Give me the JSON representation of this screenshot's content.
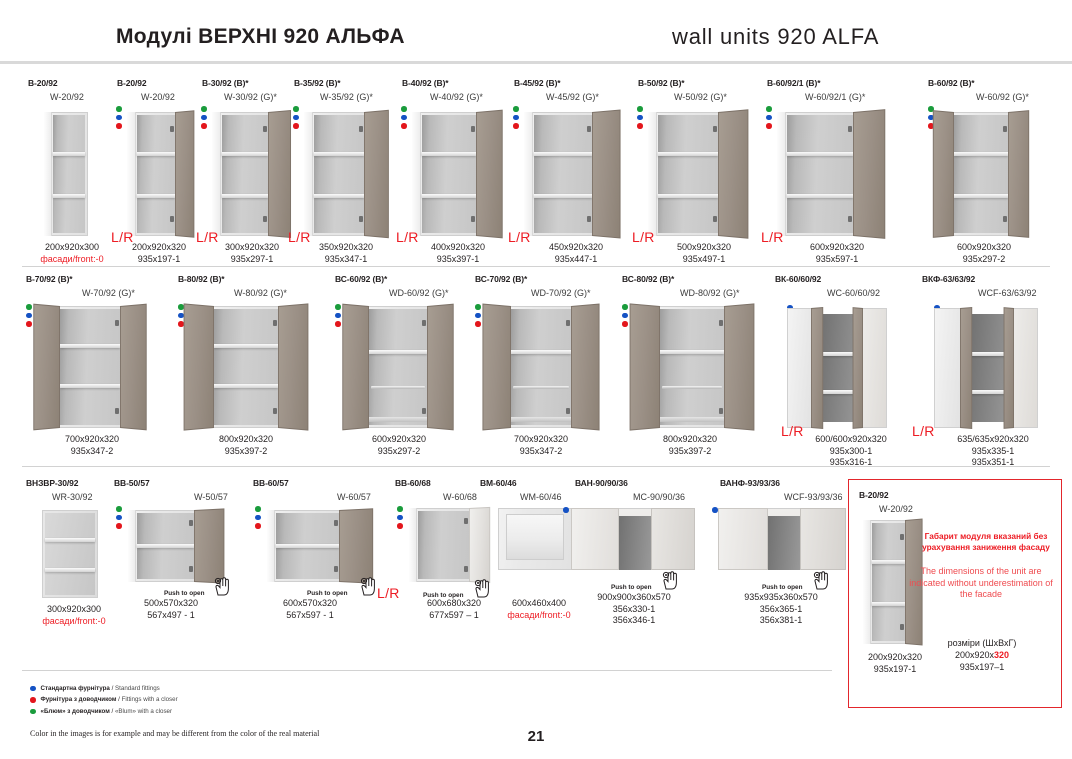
{
  "header": {
    "title_ua": "Модулі ВЕРХНІ 920 АЛЬФА",
    "title_en": "wall units 920 ALFA"
  },
  "rows": [
    {
      "items": [
        {
          "code_ua": "В-20/92",
          "code_en": "W-20/92",
          "dims": "200x920x300",
          "extra": "фасади/front:-0",
          "extra_red": true,
          "lr": "",
          "dots": [],
          "push": ""
        },
        {
          "code_ua": "В-20/92",
          "code_en": "W-20/92",
          "dims": "200x920x320",
          "extra": "935x197-1",
          "extra_red": false,
          "lr": "L/R",
          "dots": [
            "green",
            "blue",
            "red"
          ],
          "push": ""
        },
        {
          "code_ua": "В-30/92 (В)*",
          "code_en": "W-30/92 (G)*",
          "dims": "300x920x320",
          "extra": "935x297-1",
          "extra_red": false,
          "lr": "L/R",
          "dots": [
            "green",
            "blue",
            "red"
          ],
          "push": ""
        },
        {
          "code_ua": "В-35/92 (В)*",
          "code_en": "W-35/92 (G)*",
          "dims": "350x920x320",
          "extra": "935x347-1",
          "extra_red": false,
          "lr": "L/R",
          "dots": [
            "green",
            "blue",
            "red"
          ],
          "push": ""
        },
        {
          "code_ua": "В-40/92 (В)*",
          "code_en": "W-40/92 (G)*",
          "dims": "400x920x320",
          "extra": "935x397-1",
          "extra_red": false,
          "lr": "L/R",
          "dots": [
            "green",
            "blue",
            "red"
          ],
          "push": ""
        },
        {
          "code_ua": "В-45/92 (В)*",
          "code_en": "W-45/92 (G)*",
          "dims": "450x920x320",
          "extra": "935x447-1",
          "extra_red": false,
          "lr": "L/R",
          "dots": [
            "green",
            "blue",
            "red"
          ],
          "push": ""
        },
        {
          "code_ua": "В-50/92 (В)*",
          "code_en": "W-50/92 (G)*",
          "dims": "500x920x320",
          "extra": "935x497-1",
          "extra_red": false,
          "lr": "L/R",
          "dots": [
            "green",
            "blue",
            "red"
          ],
          "push": ""
        },
        {
          "code_ua": "В-60/92/1 (В)*",
          "code_en": "W-60/92/1 (G)*",
          "dims": "600x920x320",
          "extra": "935x597-1",
          "extra_red": false,
          "lr": "L/R",
          "dots": [
            "green",
            "blue",
            "red"
          ],
          "push": ""
        },
        {
          "code_ua": "В-60/92 (В)*",
          "code_en": "W-60/92 (G)*",
          "dims": "600x920x320",
          "extra": "935x297-2",
          "extra_red": false,
          "lr": "",
          "dots": [
            "green",
            "blue",
            "red"
          ],
          "push": ""
        }
      ]
    },
    {
      "items": [
        {
          "code_ua": "В-70/92 (В)*",
          "code_en": "W-70/92 (G)*",
          "dims": "700x920x320",
          "extra": "935x347-2",
          "extra_red": false,
          "lr": "",
          "dots": [
            "green",
            "blue",
            "red"
          ],
          "push": ""
        },
        {
          "code_ua": "В-80/92 (В)*",
          "code_en": "W-80/92 (G)*",
          "dims": "800x920x320",
          "extra": "935x397-2",
          "extra_red": false,
          "lr": "",
          "dots": [
            "green",
            "blue",
            "red"
          ],
          "push": ""
        },
        {
          "code_ua": "ВС-60/92 (В)*",
          "code_en": "WD-60/92 (G)*",
          "dims": "600x920x320",
          "extra": "935x297-2",
          "extra_red": false,
          "lr": "",
          "dots": [
            "green",
            "blue",
            "red"
          ],
          "push": ""
        },
        {
          "code_ua": "ВС-70/92 (В)*",
          "code_en": "WD-70/92 (G)*",
          "dims": "700x920x320",
          "extra": "935x347-2",
          "extra_red": false,
          "lr": "",
          "dots": [
            "green",
            "blue",
            "red"
          ],
          "push": ""
        },
        {
          "code_ua": "ВС-80/92 (В)*",
          "code_en": "WD-80/92 (G)*",
          "dims": "800x920x320",
          "extra": "935x397-2",
          "extra_red": false,
          "lr": "",
          "dots": [
            "green",
            "blue",
            "red"
          ],
          "push": ""
        },
        {
          "code_ua": "ВК-60/60/92",
          "code_en": "WC-60/60/92",
          "dims": "600/600x920x320",
          "extra": "935x300-1",
          "extra2": "935x316-1",
          "extra_red": false,
          "lr": "L/R",
          "dots": [
            "blue"
          ],
          "push": ""
        },
        {
          "code_ua": "ВКФ-63/63/92",
          "code_en": "WCF-63/63/92",
          "dims": "635/635x920x320",
          "extra": "935x335-1",
          "extra2": "935x351-1",
          "extra_red": false,
          "lr": "L/R",
          "dots": [
            "blue"
          ],
          "push": ""
        }
      ]
    },
    {
      "items": [
        {
          "code_ua": "ВНЗВР-30/92",
          "code_en": "WR-30/92",
          "dims": "300x920x300",
          "extra": "фасади/front:-0",
          "extra_red": true,
          "lr": "",
          "dots": [],
          "push": ""
        },
        {
          "code_ua": "ВВ-50/57",
          "code_en": "W-50/57",
          "dims": "500x570x320",
          "extra": "567x497 - 1",
          "extra_red": false,
          "lr": "",
          "dots": [
            "green",
            "blue",
            "red"
          ],
          "push": "Push to open"
        },
        {
          "code_ua": "ВВ-60/57",
          "code_en": "W-60/57",
          "dims": "600x570x320",
          "extra": "567x597 - 1",
          "extra_red": false,
          "lr": "L/R",
          "dots": [
            "green",
            "blue",
            "red"
          ],
          "push": "Push to open"
        },
        {
          "code_ua": "ВВ-60/68",
          "code_en": "W-60/68",
          "dims": "600x680x320",
          "extra": "677x597 – 1",
          "extra_red": false,
          "lr": "",
          "dots": [
            "green",
            "blue",
            "red"
          ],
          "push": "Push to open"
        },
        {
          "code_ua": "ВМ-60/46",
          "code_en": "WM-60/46",
          "dims": "600x460x400",
          "extra": "фасади/front:-0",
          "extra_red": true,
          "lr": "",
          "dots": [],
          "push": ""
        },
        {
          "code_ua": "ВАН-90/90/36",
          "code_en": "MC-90/90/36",
          "dims": "900x900x360x570",
          "extra": "356x330-1",
          "extra2": "356x346-1",
          "extra_red": false,
          "lr": "",
          "dots": [
            "blue"
          ],
          "push": "Push to open"
        },
        {
          "code_ua": "ВАНФ-93/93/36",
          "code_en": "WCF-93/93/36",
          "dims": "935x935x360x570",
          "extra": "356x365-1",
          "extra2": "356x381-1",
          "extra_red": false,
          "lr": "",
          "dots": [
            "blue"
          ],
          "push": "Push to open"
        }
      ]
    }
  ],
  "infobox": {
    "code_ua": "В-20/92",
    "code_en": "W-20/92",
    "warn_ua": "Габарит модуля вказаний без урахування заниження фасаду",
    "warn_en": "The dimensions of the unit are indicated without underestimation of the facade",
    "dims": "200x920x320",
    "extra": "935x197-1",
    "sizes_label": "розміри (ШхВхГ)",
    "sizes_value_pre": "200x920x",
    "sizes_value_hl": "320",
    "sizes_code": "935x197–1"
  },
  "legend": [
    {
      "color": "#1552c4",
      "ua": "Стандартна фурнітура",
      "en": "Standard fittings"
    },
    {
      "color": "#e3161c",
      "ua": "Фурнітура з доводчиком",
      "en": "Fittings with a closer"
    },
    {
      "color": "#1a9c3c",
      "ua": "«Блюм» з доводчиком",
      "en": "«Blum» with a closer"
    }
  ],
  "disclaimer": "Color in the images is for example and may be different from the color of the real material",
  "page_number": "21",
  "colors": {
    "red": "#ed1c24",
    "door": "#9b9086",
    "carcass": "#eeeeee"
  }
}
